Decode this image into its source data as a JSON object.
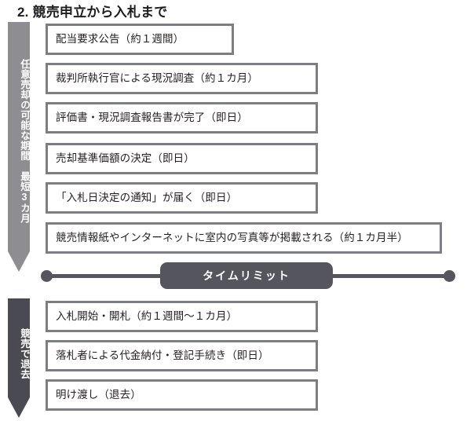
{
  "title": "2. 競売申立から入札まで",
  "phases": [
    {
      "id": "voluntary-sale-period",
      "label": "任意売却の可能な期間　最短3カ月",
      "color": "#8d8d92"
    },
    {
      "id": "auction-eviction",
      "label": "競売で退去",
      "color": "#4a4a52"
    }
  ],
  "steps_before": [
    {
      "text": "配当要求公告（約１週間）"
    },
    {
      "text": "裁判所執行官による現況調査（約１カ月）"
    },
    {
      "text": "評価書・現況調査報告書が完了（即日）"
    },
    {
      "text": "売却基準価額の決定（即日）"
    },
    {
      "text": "「入札日決定の通知」が届く（即日）"
    },
    {
      "text": "競売情報紙やインターネットに室内の写真等が掲載される（約１カ月半）"
    }
  ],
  "timeline": {
    "label": "タイムリミット",
    "color": "#55555d"
  },
  "steps_after": [
    {
      "text": "入札開始・開札（約１週間〜１カ月）"
    },
    {
      "text": "落札者による代金納付・登記手続き（即日）"
    },
    {
      "text": "明け渡し（退去）"
    }
  ],
  "colors": {
    "box_border": "#7d7d84",
    "box_fill": "#ffffff",
    "text": "#231f20",
    "background": "#ffffff"
  }
}
